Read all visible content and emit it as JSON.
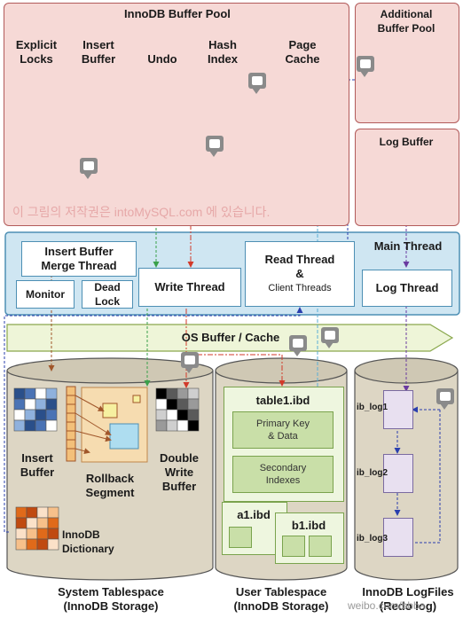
{
  "buffer_pool": {
    "title": "InnoDB Buffer Pool",
    "parts": {
      "explicit_locks": "Explicit\nLocks",
      "insert_buffer": "Insert\nBuffer",
      "undo": "Undo",
      "hash_index": "Hash\nIndex",
      "page_cache": "Page\nCache"
    }
  },
  "additional_buffer_pool": "Additional\nBuffer Pool",
  "log_buffer": "Log Buffer",
  "watermark": "이 그림의 저작권은  intoMySQL.com 에 있습니다.",
  "threads": {
    "main": "Main Thread",
    "insert_buffer_merge": "Insert Buffer\nMerge Thread",
    "monitor": "Monitor",
    "dead_lock": "Dead\nLock",
    "write": "Write Thread",
    "read_title": "Read Thread\n&",
    "read_sub": "Client Threads",
    "log": "Log Thread"
  },
  "os_cache": "OS Buffer / Cache",
  "system_tablespace": {
    "caption": "System Tablespace\n(InnoDB Storage)",
    "insert_buffer": "Insert\nBuffer",
    "rollback": "Rollback\nSegment",
    "double_write": "Double\nWrite\nBuffer",
    "dictionary": "InnoDB\nDictionary"
  },
  "user_tablespace": {
    "caption": "User Tablespace\n(InnoDB Storage)",
    "table1": "table1.ibd",
    "primary_key": "Primary Key\n& Data",
    "secondary": "Secondary\nIndexes",
    "a1": "a1.ibd",
    "b1": "b1.ibd"
  },
  "log_files": {
    "caption": "InnoDB LogFiles\n(Redo log)",
    "f1": "ib_log1",
    "f2": "ib_log2",
    "f3": "ib_log3"
  },
  "overlay": "weibo.com/bbba"
}
